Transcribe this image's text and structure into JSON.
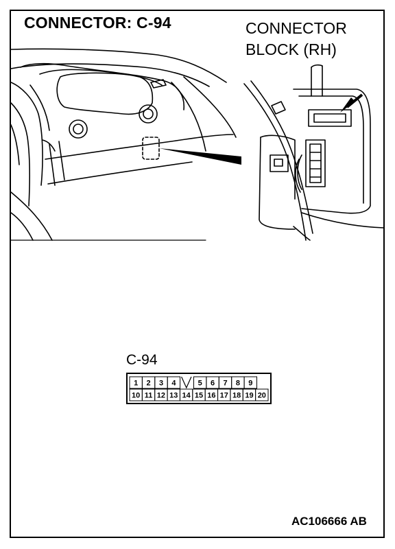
{
  "header": {
    "title": "CONNECTOR: C-94",
    "block_label_line1": "CONNECTOR",
    "block_label_line2": "BLOCK (RH)"
  },
  "connector": {
    "label": "C-94",
    "top_row": [
      "1",
      "2",
      "3",
      "4",
      "",
      "5",
      "6",
      "7",
      "8",
      "9"
    ],
    "bottom_row": [
      "10",
      "11",
      "12",
      "13",
      "14",
      "15",
      "16",
      "17",
      "18",
      "19",
      "20"
    ]
  },
  "footer": {
    "code": "AC106666 AB"
  },
  "icons": [
    "dashboard-illustration",
    "connector-block-illustration",
    "pointer-arrow-icon"
  ]
}
